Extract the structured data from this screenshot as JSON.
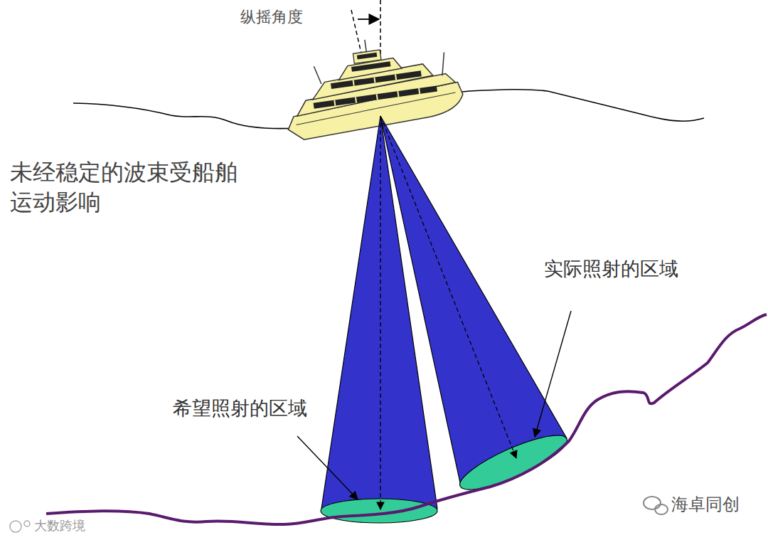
{
  "diagram": {
    "labels": [
      "纵摇角度",
      "未经稳定的波束受船舶运动影响",
      "实际照射的区域",
      "希望照射的区域",
      "海卓同创",
      "大数跨境"
    ]
  }
}
